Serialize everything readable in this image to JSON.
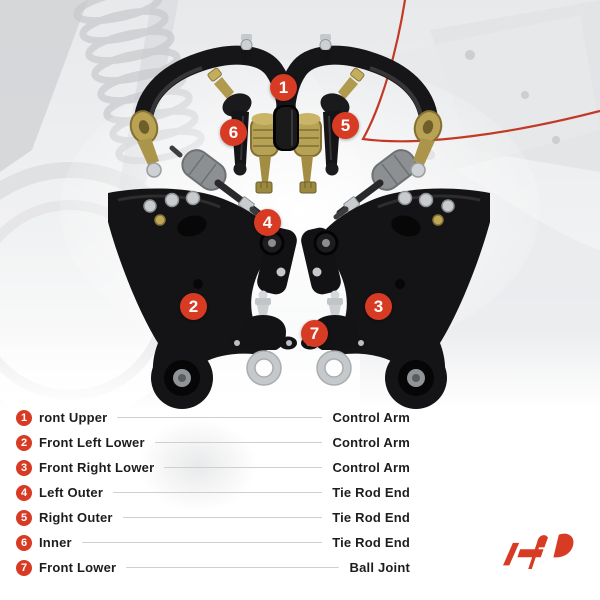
{
  "diagram": {
    "callouts": [
      {
        "number": "1"
      },
      {
        "number": "2"
      },
      {
        "number": "3"
      },
      {
        "number": "4"
      },
      {
        "number": "5"
      },
      {
        "number": "6"
      },
      {
        "number": "7"
      }
    ]
  },
  "legend": {
    "rows": [
      {
        "number": "1",
        "label": "ront Upper",
        "value": "Control Arm"
      },
      {
        "number": "2",
        "label": "Front Left Lower",
        "value": "Control Arm"
      },
      {
        "number": "3",
        "label": "Front Right Lower",
        "value": "Control Arm"
      },
      {
        "number": "4",
        "label": "Left Outer",
        "value": "Tie Rod End"
      },
      {
        "number": "5",
        "label": "Right Outer",
        "value": "Tie Rod End"
      },
      {
        "number": "6",
        "label": "Inner",
        "value": "Tie Rod End"
      },
      {
        "number": "7",
        "label": "Front Lower",
        "value": "Ball Joint"
      }
    ]
  },
  "branding": {
    "logo_icon": "ap-logo-icon"
  },
  "colors": {
    "accent": "#d83b24",
    "text": "#1d1d1b",
    "leader_line": "#cfcfcf",
    "background": "#ffffff"
  }
}
